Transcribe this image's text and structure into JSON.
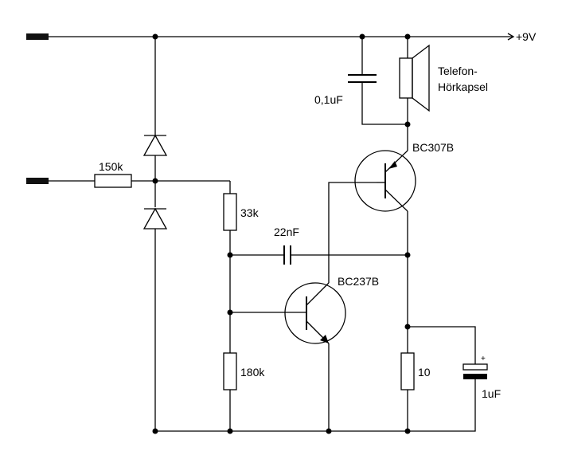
{
  "labels": {
    "supply": "+9V",
    "speaker": "Telefon-",
    "speaker_line2": "Hörkapsel",
    "cap_top": "0,1uF",
    "transistor_pnp": "BC307B",
    "resistor_in": "150k",
    "resistor_33k": "33k",
    "cap_coupling": "22nF",
    "transistor_npn": "BC237B",
    "resistor_180k": "180k",
    "resistor_10": "10",
    "cap_electrolytic": "1uF",
    "cap_plus": "+"
  }
}
